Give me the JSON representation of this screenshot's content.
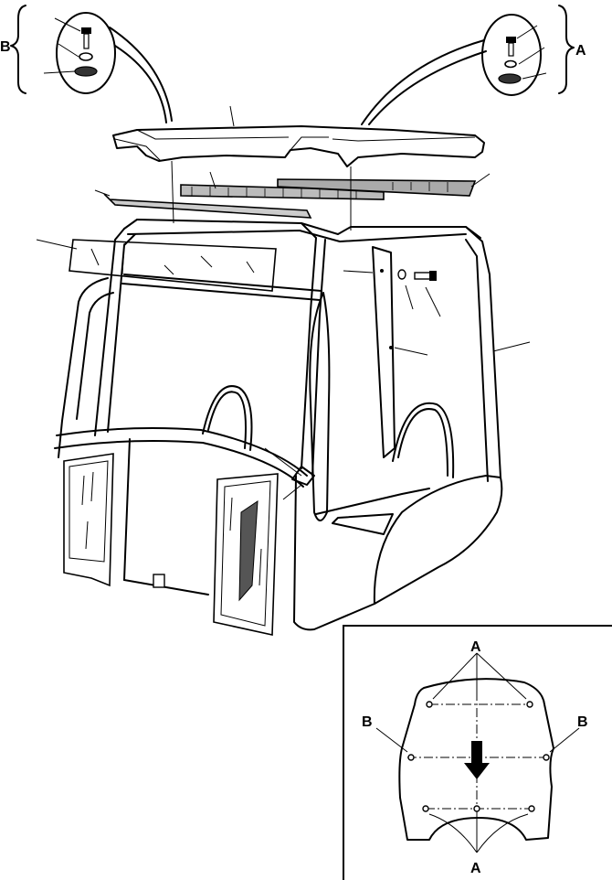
{
  "callouts": {
    "detail_b": "B",
    "detail_a": "A",
    "inset_a_top": "A",
    "inset_b_left": "B",
    "inset_b_right": "B",
    "inset_a_bottom": "A"
  }
}
